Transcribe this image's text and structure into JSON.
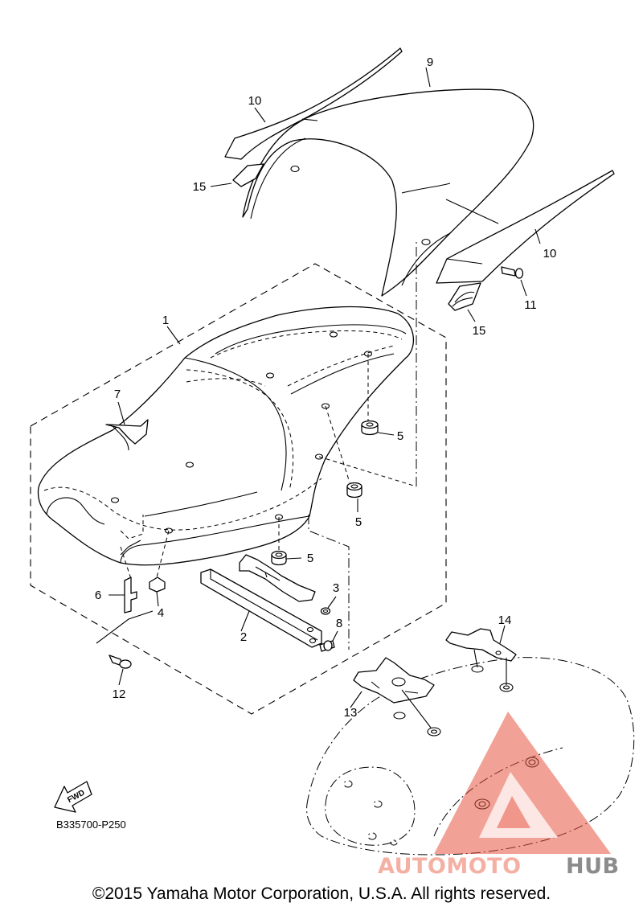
{
  "diagram_code": "B335700-P250",
  "fwd_label": "FWD",
  "copyright": "©2015 Yamaha Motor Corporation, U.S.A. All rights reserved.",
  "watermark": {
    "part1": "AUTOMOTO",
    "part2": "HUB",
    "accent_color": "#e8533f",
    "secondary_color": "#8c8c8c"
  },
  "callouts": {
    "c1": "1",
    "c2": "2",
    "c3": "3",
    "c4": "4",
    "c5a": "5",
    "c5b": "5",
    "c5c": "5",
    "c6": "6",
    "c7": "7",
    "c8": "8",
    "c9": "9",
    "c10a": "10",
    "c10b": "10",
    "c11": "11",
    "c12": "12",
    "c13": "13",
    "c14": "14",
    "c15a": "15",
    "c15b": "15"
  }
}
